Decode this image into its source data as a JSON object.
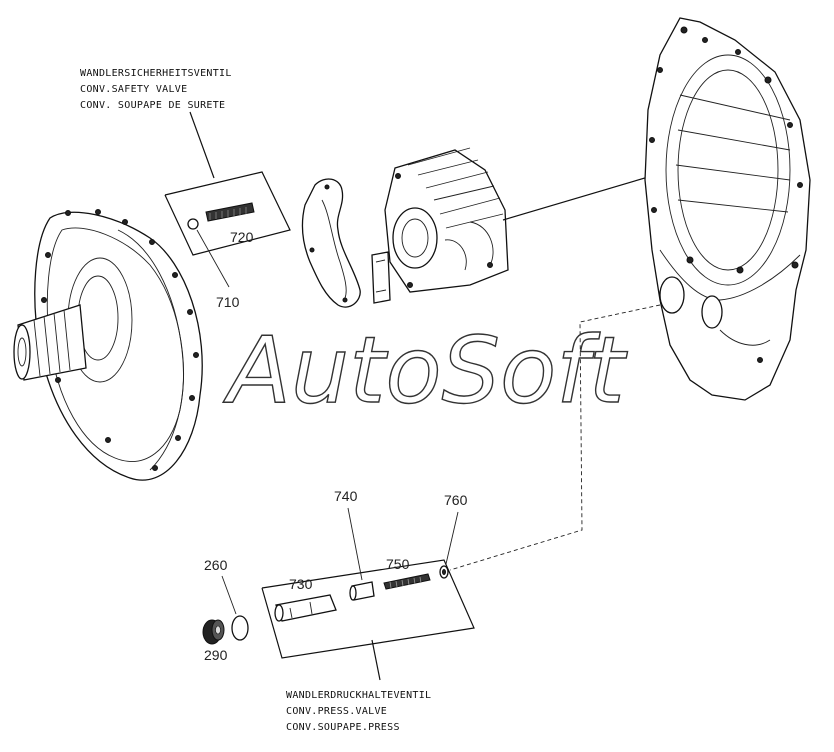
{
  "watermark": "AutoSoft",
  "safety_valve_label": {
    "line1": "WANDLERSICHERHEITSVENTIL",
    "line2": "CONV.SAFETY VALVE",
    "line3": "CONV. SOUPAPE DE SURETE"
  },
  "press_valve_label": {
    "line1": "WANDLERDRUCKHALTEVENTIL",
    "line2": "CONV.PRESS.VALVE",
    "line3": "CONV.SOUPAPE.PRESS"
  },
  "part_numbers": {
    "p720": "720",
    "p710": "710",
    "p740": "740",
    "p760": "760",
    "p750": "750",
    "p730": "730",
    "p260": "260",
    "p290": "290"
  }
}
